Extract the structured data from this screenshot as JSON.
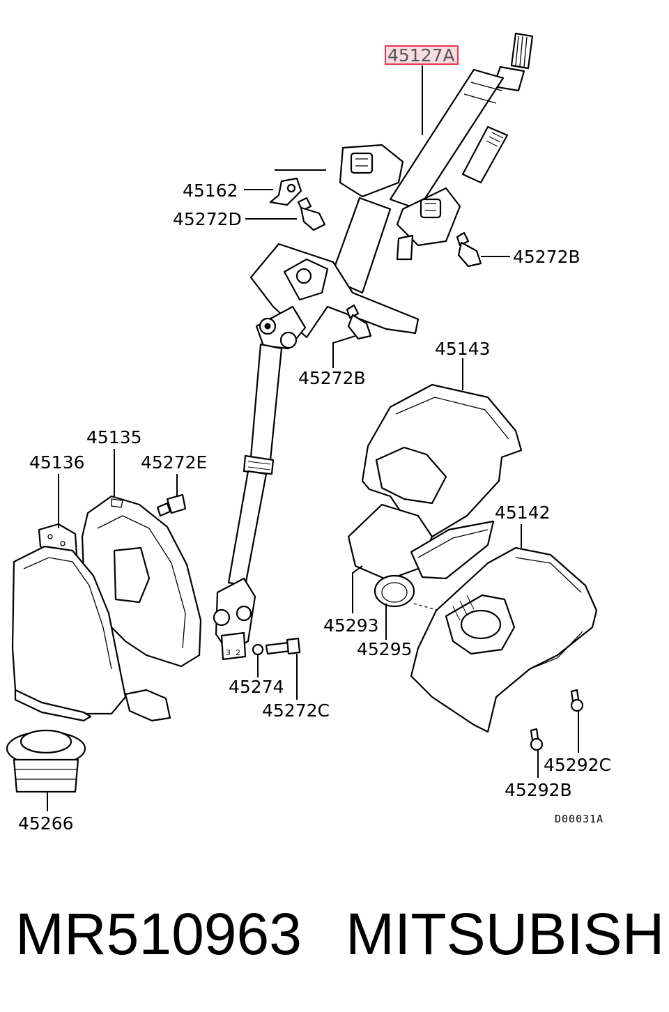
{
  "diagram": {
    "callouts": {
      "p45127A": "45127A",
      "p45162": "45162",
      "p45272D": "45272D",
      "p45272B_1": "45272B",
      "p45272B_2": "45272B",
      "p45143": "45143",
      "p45135": "45135",
      "p45136": "45136",
      "p45272E": "45272E",
      "p45142": "45142",
      "p45293": "45293",
      "p45295": "45295",
      "p45274": "45274",
      "p45272C": "45272C",
      "p45292C": "45292C",
      "p45292B": "45292B",
      "p45266": "45266"
    },
    "drawing_code": "D00031A",
    "highlight_color": "#e8394f"
  },
  "footer": {
    "part_number": "MR510963",
    "brand": "MITSUBISHI"
  }
}
